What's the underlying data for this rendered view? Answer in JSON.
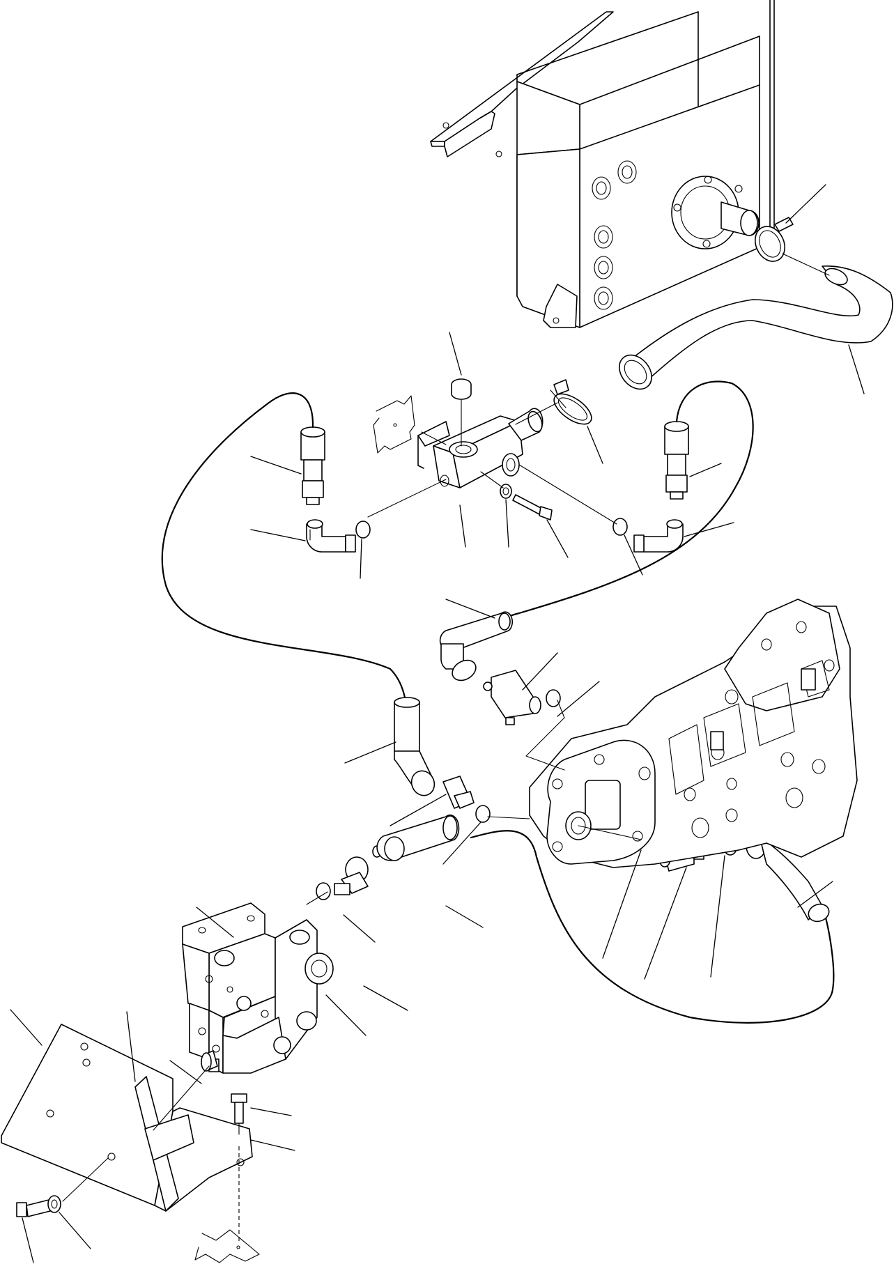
{
  "figure": {
    "kind": "exploded-parts-diagram",
    "callouts_have_printed_numbers": false,
    "components": [
      {
        "id": "hydraulic-tank",
        "icon": "tank-shape"
      },
      {
        "id": "tank-outlet-flange",
        "icon": "flange-shape"
      },
      {
        "id": "hose-clamp-upper",
        "icon": "clamp-shape"
      },
      {
        "id": "suction-hose-bent",
        "icon": "hose-shape"
      },
      {
        "id": "hose-clamp-lower",
        "icon": "clamp-shape"
      },
      {
        "id": "distribution-block",
        "icon": "block-shape"
      },
      {
        "id": "block-plug",
        "icon": "plug-shape"
      },
      {
        "id": "block-washer",
        "icon": "washer-shape"
      },
      {
        "id": "block-bolt",
        "icon": "bolt-shape"
      },
      {
        "id": "elbow-fitting-left",
        "icon": "elbow-shape"
      },
      {
        "id": "elbow-fitting-right",
        "icon": "elbow-shape"
      },
      {
        "id": "o-ring",
        "icon": "ring-shape"
      },
      {
        "id": "hose-assembly",
        "icon": "hose-shape"
      },
      {
        "id": "tee-fitting",
        "icon": "tee-shape"
      },
      {
        "id": "straight-connector",
        "icon": "connector-shape"
      },
      {
        "id": "main-pump",
        "icon": "pump-shape"
      },
      {
        "id": "control-valve",
        "icon": "valve-shape"
      },
      {
        "id": "spacer",
        "icon": "spacer-shape"
      },
      {
        "id": "mounting-bracket",
        "icon": "bracket-shape"
      },
      {
        "id": "bracket-bolt",
        "icon": "bolt-shape"
      },
      {
        "id": "bracket-washer",
        "icon": "washer-shape"
      }
    ]
  }
}
